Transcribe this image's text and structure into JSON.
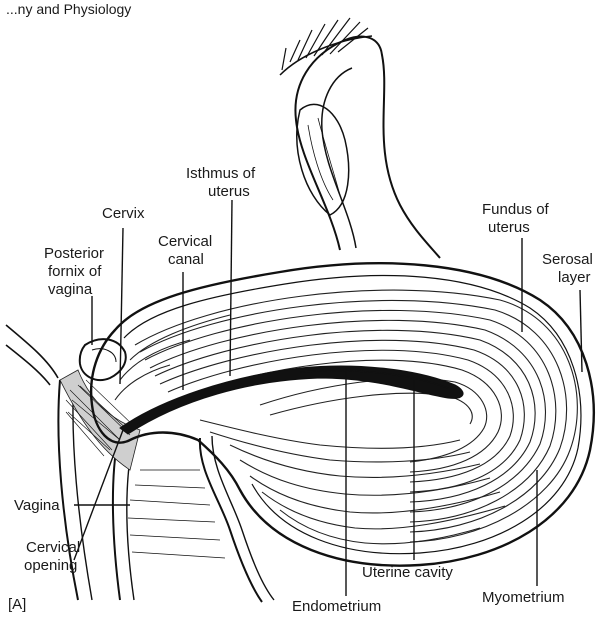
{
  "caption": "...ny and Physiology",
  "panel_label": "[A]",
  "labels": {
    "isthmus": [
      "Isthmus of",
      "uterus"
    ],
    "cervix": [
      "Cervix"
    ],
    "cervical_canal": [
      "Cervical",
      "canal"
    ],
    "posterior_fornix": [
      "Posterior",
      "fornix of",
      "vagina"
    ],
    "fundus": [
      "Fundus of",
      "uterus"
    ],
    "serosal": [
      "Serosal",
      "layer"
    ],
    "vagina": [
      "Vagina"
    ],
    "cervical_opening": [
      "Cervical",
      "opening"
    ],
    "uterine_cavity": [
      "Uterine cavity"
    ],
    "endometrium": [
      "Endometrium"
    ],
    "myometrium": [
      "Myometrium"
    ]
  }
}
